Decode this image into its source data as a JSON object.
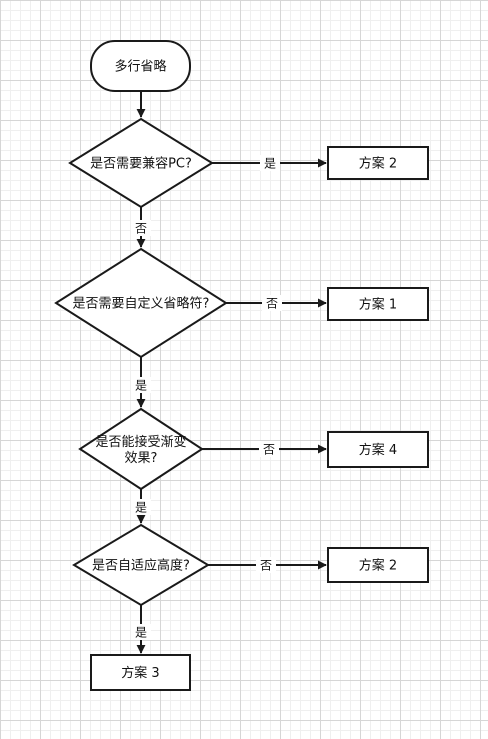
{
  "nodes": {
    "start": "多行省略",
    "q_pc": "是否需要兼容PC?",
    "q_custom": "是否需要自定义省略符?",
    "q_gradient_1": "是否能接受渐变",
    "q_gradient_2": "效果?",
    "q_height": "是否自适应高度?",
    "plan_top": "方案 2",
    "plan_1": "方案 1",
    "plan_4": "方案 4",
    "plan_2b": "方案 2",
    "plan_3": "方案 3"
  },
  "edges": {
    "pc_yes": "是",
    "pc_no": "否",
    "custom_no": "否",
    "custom_yes": "是",
    "gradient_no": "否",
    "gradient_yes": "是",
    "height_no": "否",
    "height_yes": "是"
  },
  "colors": {
    "stroke": "#1a1a1a",
    "fill": "#ffffff",
    "grid": "#d6d6d6"
  }
}
